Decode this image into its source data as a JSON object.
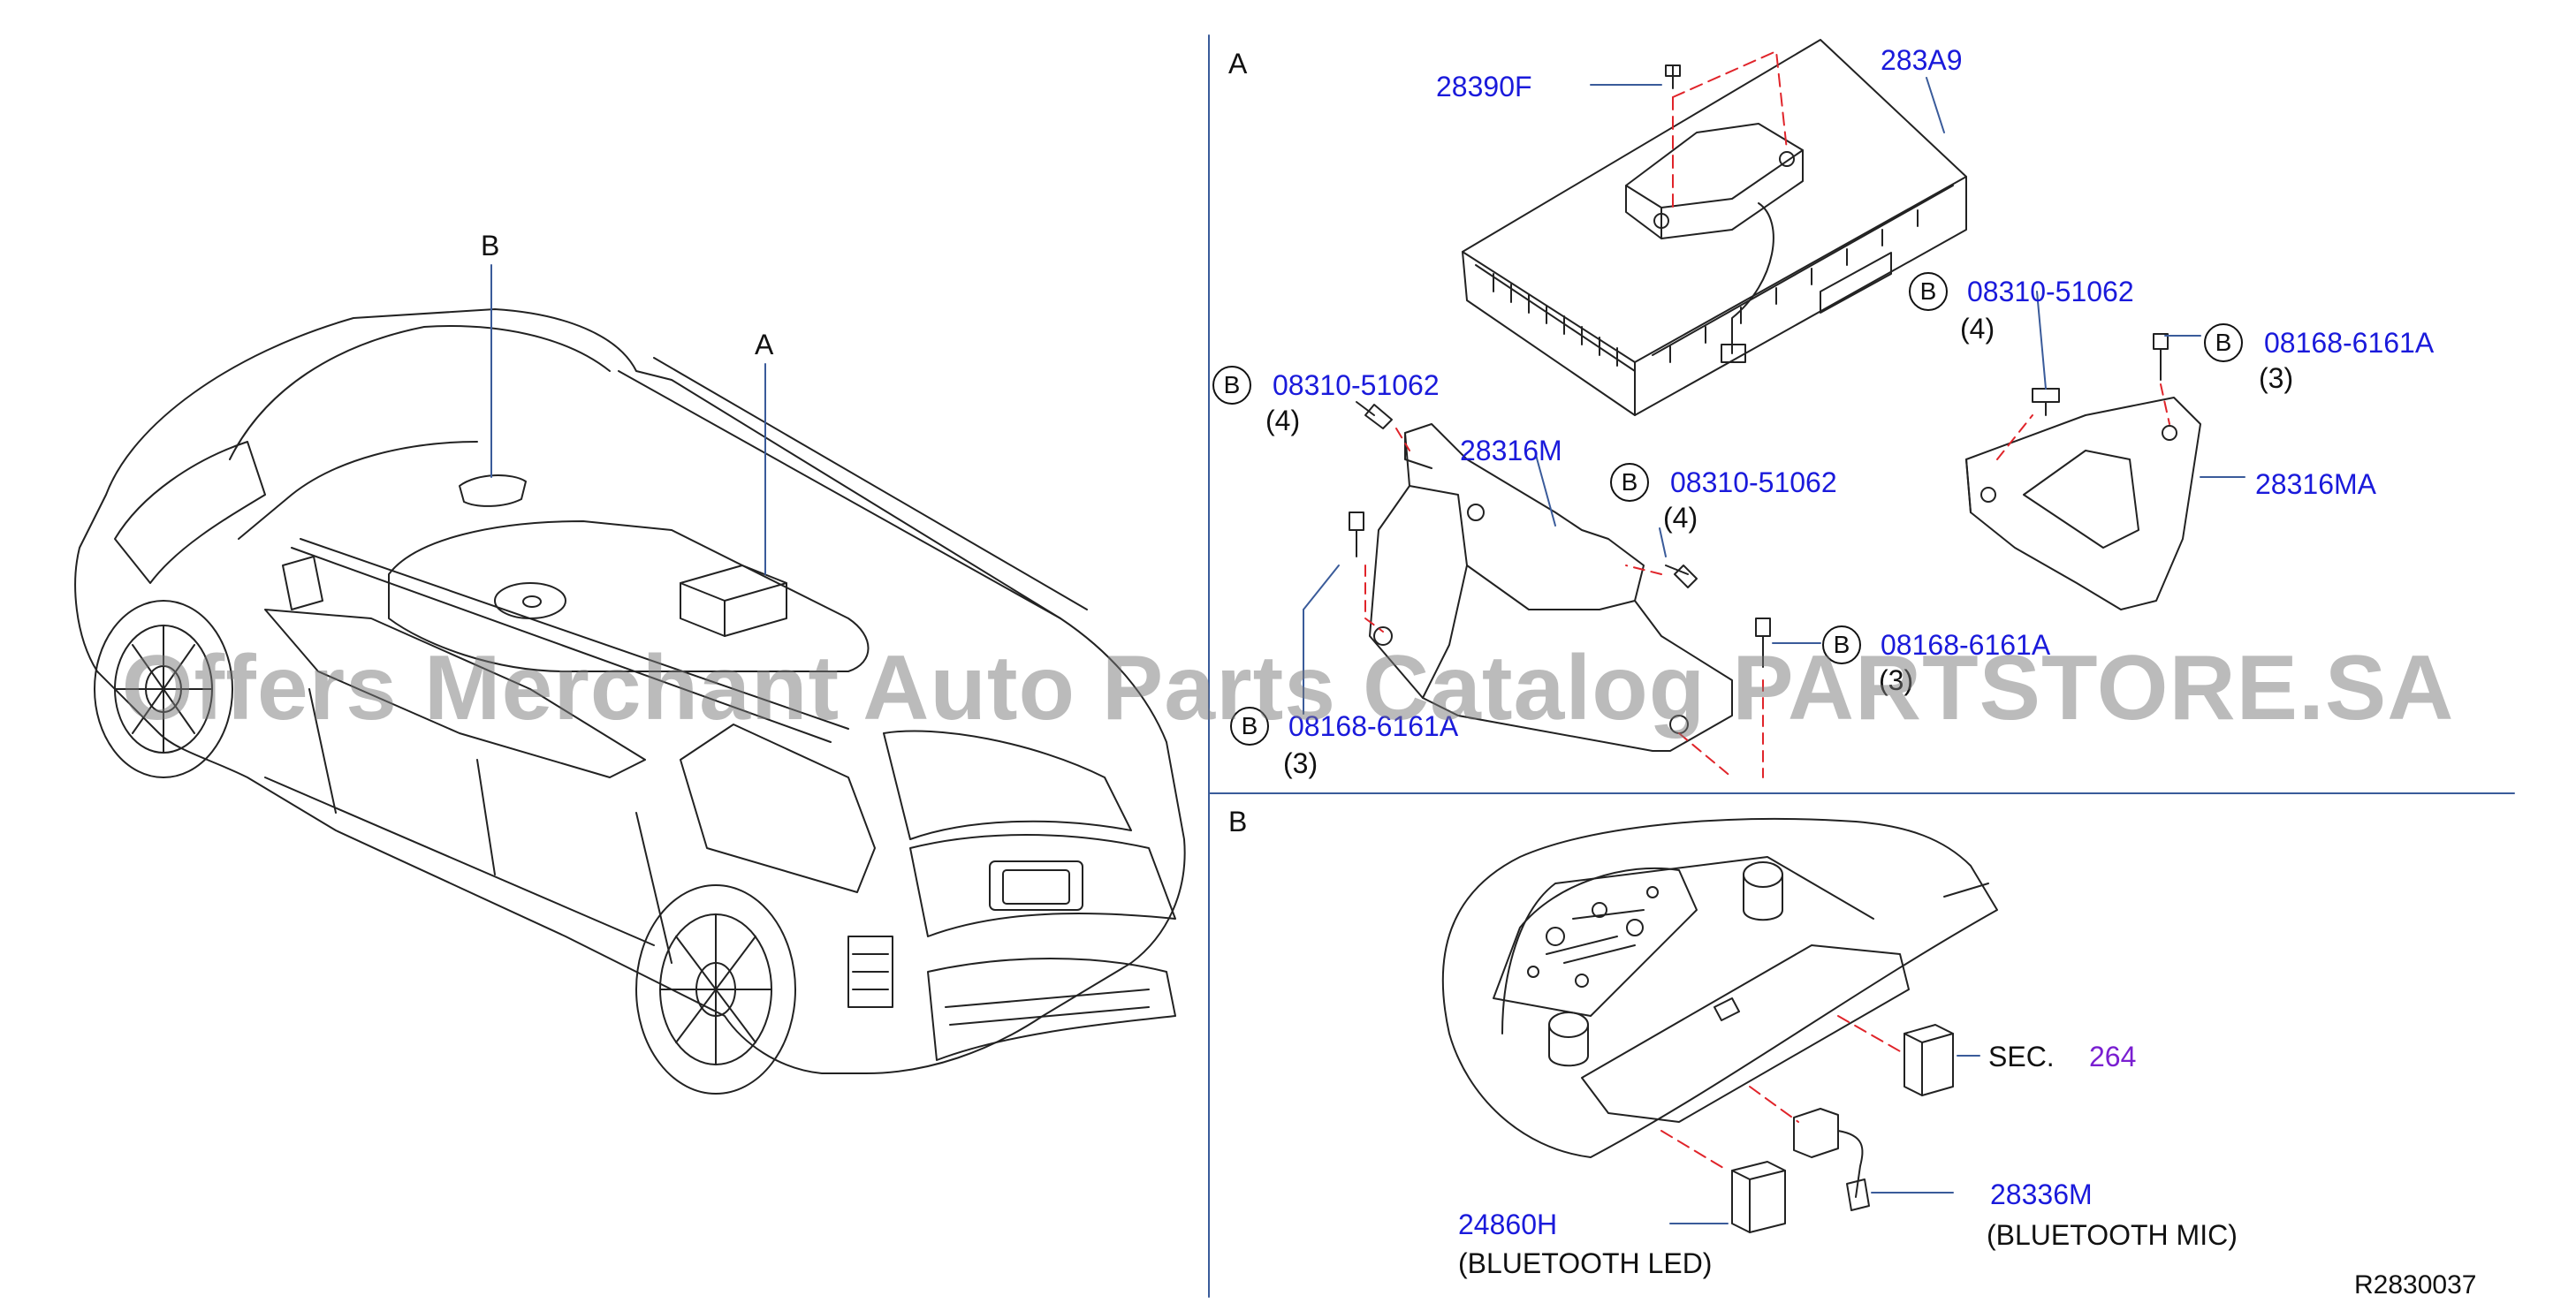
{
  "sections": {
    "a_label": "A",
    "b_label": "B",
    "car_a_label": "A",
    "car_b_label": "B"
  },
  "parts": {
    "p28390F": "28390F",
    "p283A9": "283A9",
    "b1_code": "08310-51062",
    "b1_qty": "(4)",
    "b2_code": "08168-6161A",
    "b2_qty": "(3)",
    "b3_code": "08310-51062",
    "b3_qty": "(4)",
    "p28316M": "28316M",
    "b4_code": "08310-51062",
    "b4_qty": "(4)",
    "p28316MA": "28316MA",
    "b5_code": "08168-6161A",
    "b5_qty": "(3)",
    "b6_code": "08168-6161A",
    "b6_qty": "(3)",
    "b_circle": "B",
    "sec_prefix": "SEC.",
    "sec_num": "264",
    "p28336M": "28336M",
    "p28336M_desc": "(BLUETOOTH  MIC)",
    "p24860H": "24860H",
    "p24860H_desc": "(BLUETOOTH  LED)",
    "ref": "R2830037"
  },
  "watermark": "Offers Merchant Auto Parts Catalog PARTSTORE.SA"
}
